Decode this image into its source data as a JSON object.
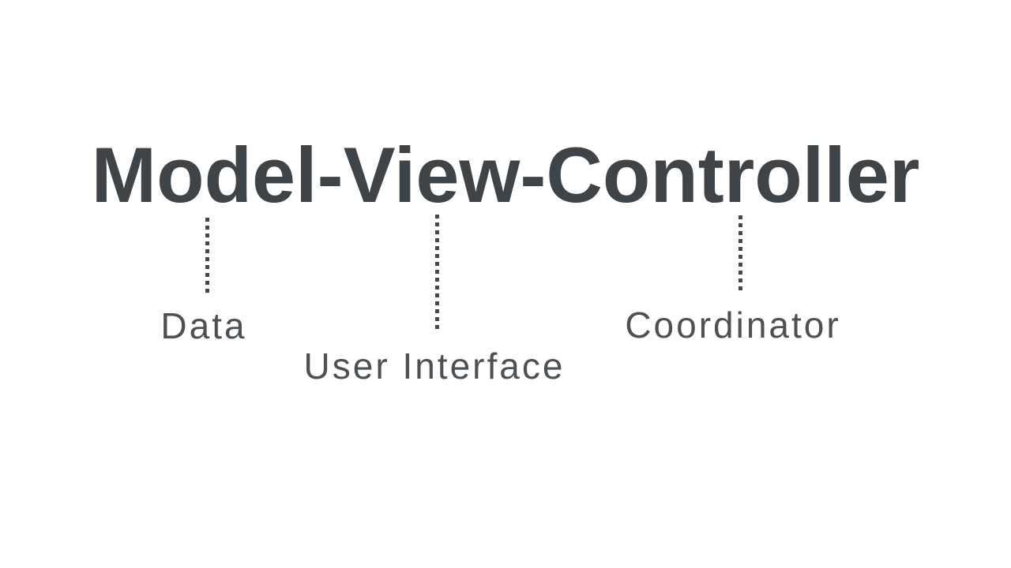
{
  "slide": {
    "title": "Model-View-Controller",
    "annotations": [
      {
        "term": "Model",
        "label": "Data"
      },
      {
        "term": "View",
        "label": "User Interface"
      },
      {
        "term": "Controller",
        "label": "Coordinator"
      }
    ]
  },
  "colors": {
    "background": "#ffffff",
    "title_text": "#3f4449",
    "label_text": "#4c5156",
    "connector_dots": "#45494e"
  }
}
